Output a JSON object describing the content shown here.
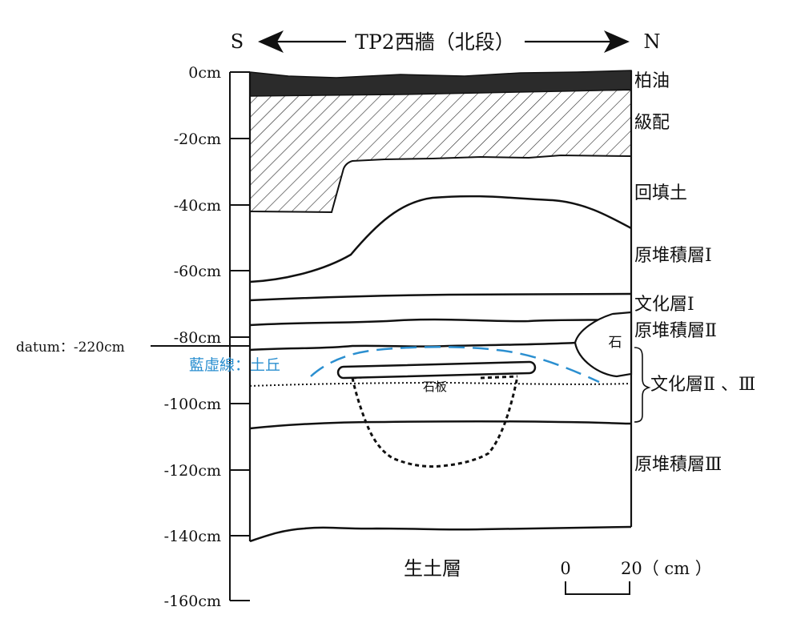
{
  "header": {
    "left_dir": "S",
    "title": "TP2西牆（北段）",
    "right_dir": "N"
  },
  "depth_ticks": [
    "0cm",
    "-20cm",
    "-40cm",
    "-60cm",
    "-80cm",
    "-100cm",
    "-120cm",
    "-140cm",
    "-160cm"
  ],
  "datum_label": "datum：-220cm",
  "mound_label": "藍虛線：土丘",
  "layers": {
    "asphalt": "柏油",
    "gravel": "級配",
    "backfill": "回填土",
    "deposit_1": "原堆積層Ⅰ",
    "culture_1": "文化層Ⅰ",
    "deposit_2": "原堆積層Ⅱ",
    "culture_2_3": "文化層Ⅱ 、Ⅲ",
    "deposit_3": "原堆積層Ⅲ",
    "subsoil": "生土層"
  },
  "features": {
    "stone": "石",
    "slab": "石板"
  },
  "scale": {
    "start": "0",
    "end": "20（ cm ）"
  },
  "colors": {
    "ink": "#111111",
    "asphalt": "#2b2b2b",
    "mound_line": "#2b8fd0"
  }
}
